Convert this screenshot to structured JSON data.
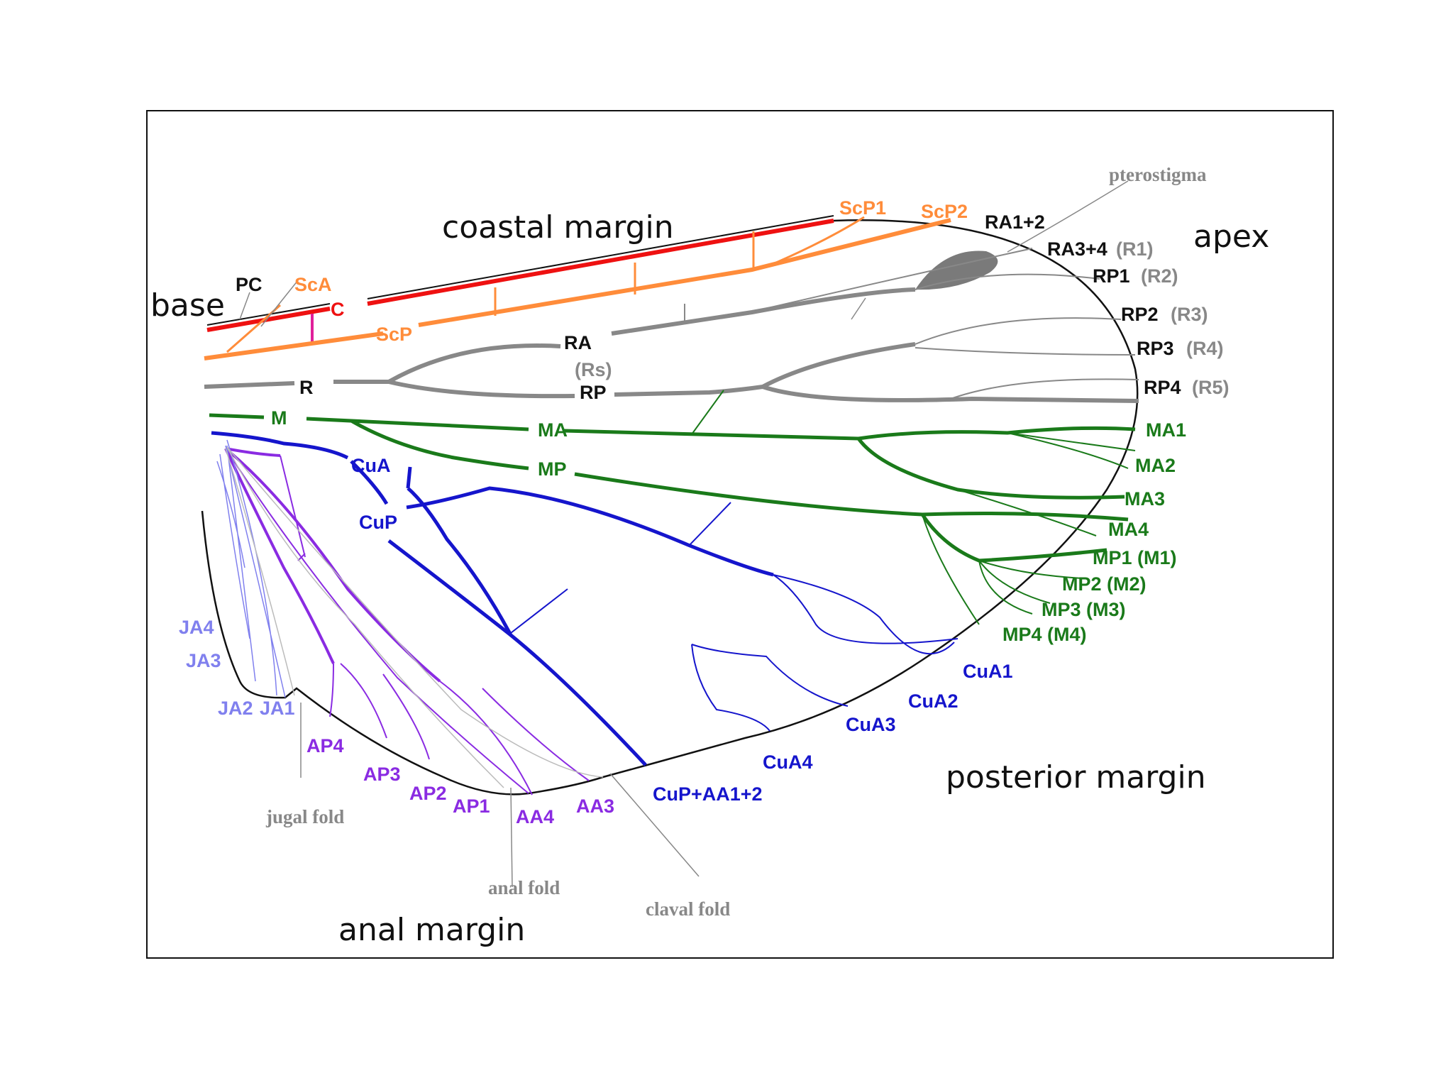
{
  "colors": {
    "costa": "#ee1111",
    "subcosta": "#ff8c3a",
    "radius": "#888888",
    "media": "#1a7a1a",
    "cubitus": "#1515cc",
    "anal_posterior": "#8a2be2",
    "jugal": "#8080ee",
    "fold": "#999999",
    "margin": "#111111",
    "pc_bar": "#e0209a",
    "pterostigma": "#7a7a7a"
  },
  "regions": {
    "base": "base",
    "coastal_margin": "coastal margin",
    "apex": "apex",
    "posterior_margin": "posterior margin",
    "anal_margin": "anal margin"
  },
  "veins": {
    "pc": "PC",
    "sca": "ScA",
    "c": "C",
    "scp": "ScP",
    "scp1": "ScP1",
    "scp2": "ScP2",
    "pterostigma": "pterostigma",
    "ra12": "RA1+2",
    "ra34": "RA3+4",
    "ra34_alt": "(R1)",
    "rp1": "RP1",
    "rp1_alt": "(R2)",
    "rp2": "RP2",
    "rp2_alt": "(R3)",
    "rp3": "RP3",
    "rp3_alt": "(R4)",
    "rp4": "RP4",
    "rp4_alt": "(R5)",
    "r": "R",
    "ra": "RA",
    "rs": "(Rs)",
    "rp": "RP",
    "m": "M",
    "ma": "MA",
    "mp": "MP",
    "ma1": "MA1",
    "ma2": "MA2",
    "ma3": "MA3",
    "ma4": "MA4",
    "mp1": "MP1 (M1)",
    "mp2": "MP2 (M2)",
    "mp3": "MP3 (M3)",
    "mp4": "MP4 (M4)",
    "cua": "CuA",
    "cup": "CuP",
    "cua1": "CuA1",
    "cua2": "CuA2",
    "cua3": "CuA3",
    "cua4": "CuA4",
    "cup_aa12": "CuP+AA1+2",
    "aa3": "AA3",
    "aa4": "AA4",
    "ap1": "AP1",
    "ap2": "AP2",
    "ap3": "AP3",
    "ap4": "AP4",
    "ja1": "JA1",
    "ja2": "JA2",
    "ja3": "JA3",
    "ja4": "JA4"
  },
  "folds": {
    "jugal": "jugal fold",
    "anal": "anal fold",
    "claval": "claval fold"
  }
}
